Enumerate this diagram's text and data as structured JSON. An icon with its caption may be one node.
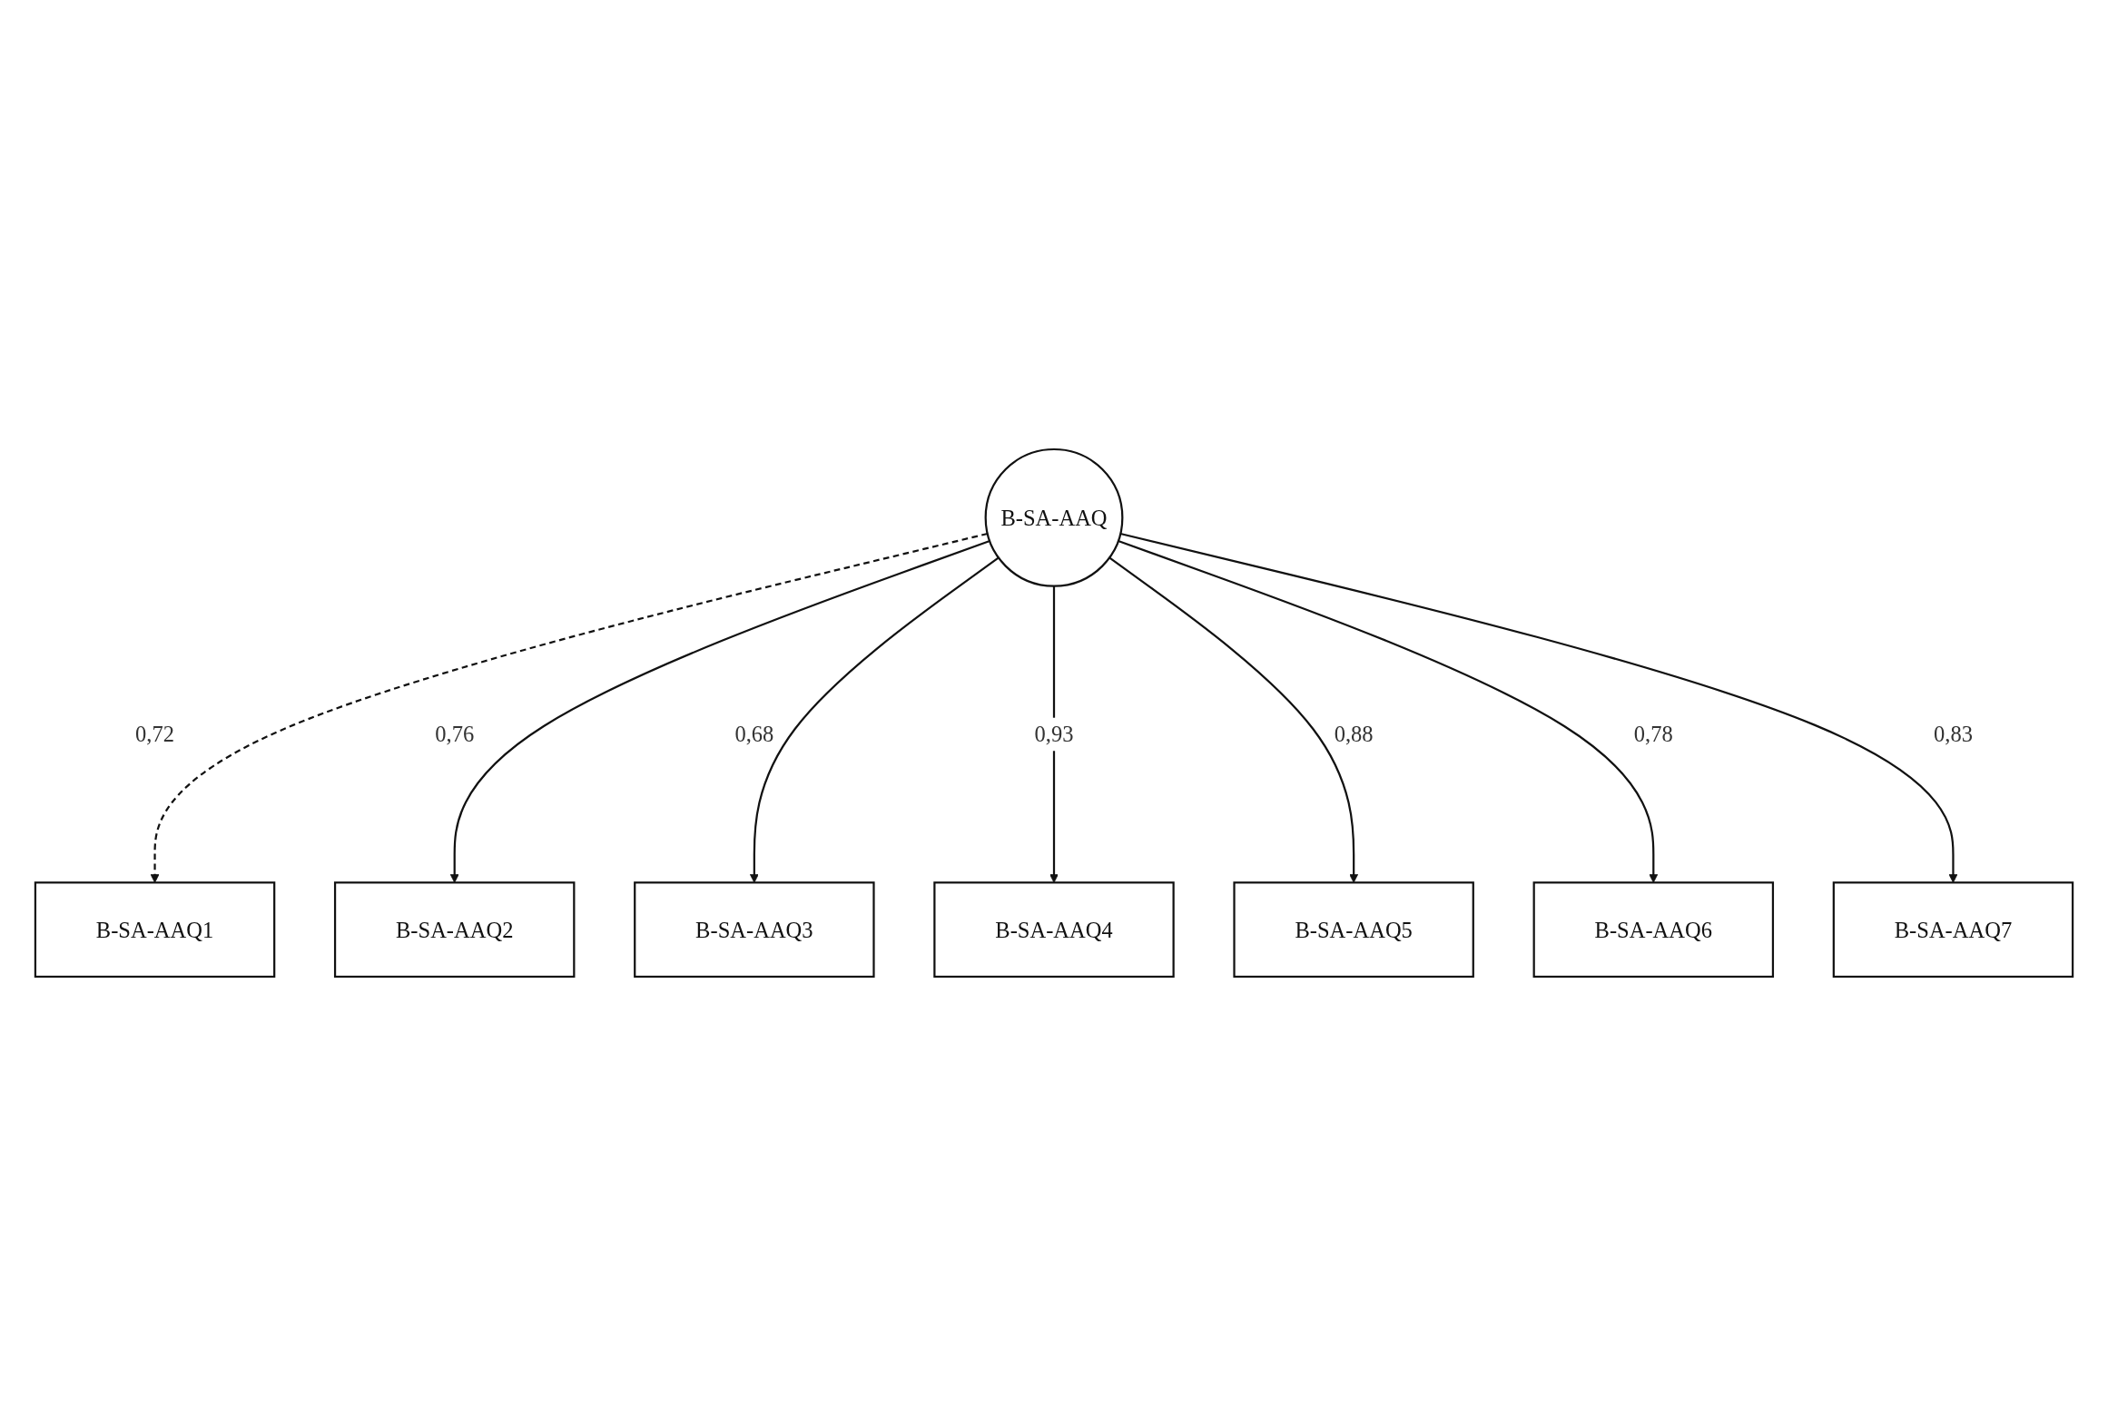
{
  "diagram": {
    "nodes": [
      {
        "text": [
          "B-SA-AAQ"
        ]
      },
      {
        "text": [
          "B-SA-AAQ1"
        ]
      },
      {
        "text": [
          "B-SA-AAQ2"
        ]
      },
      {
        "text": [
          "B-SA-AAQ3"
        ]
      },
      {
        "text": [
          "B-SA-AAQ4"
        ]
      },
      {
        "text": [
          "B-SA-AAQ5"
        ]
      },
      {
        "text": [
          "B-SA-AAQ6"
        ]
      },
      {
        "text": [
          "B-SA-AAQ7"
        ]
      }
    ],
    "edges": [
      {
        "from": 0,
        "to": 1,
        "arrow": "to",
        "label": "0,72",
        "style": "dashed"
      },
      {
        "from": 0,
        "to": 2,
        "arrow": "to",
        "label": "0,76"
      },
      {
        "from": 0,
        "to": 3,
        "arrow": "to",
        "label": "0,68"
      },
      {
        "from": 0,
        "to": 4,
        "arrow": "to",
        "label": "0,93"
      },
      {
        "from": 0,
        "to": 5,
        "arrow": "to",
        "label": "0,88"
      },
      {
        "from": 0,
        "to": 6,
        "arrow": "to",
        "label": "0,78"
      },
      {
        "from": 0,
        "to": 7,
        "arrow": "to",
        "label": "0,83"
      }
    ]
  }
}
